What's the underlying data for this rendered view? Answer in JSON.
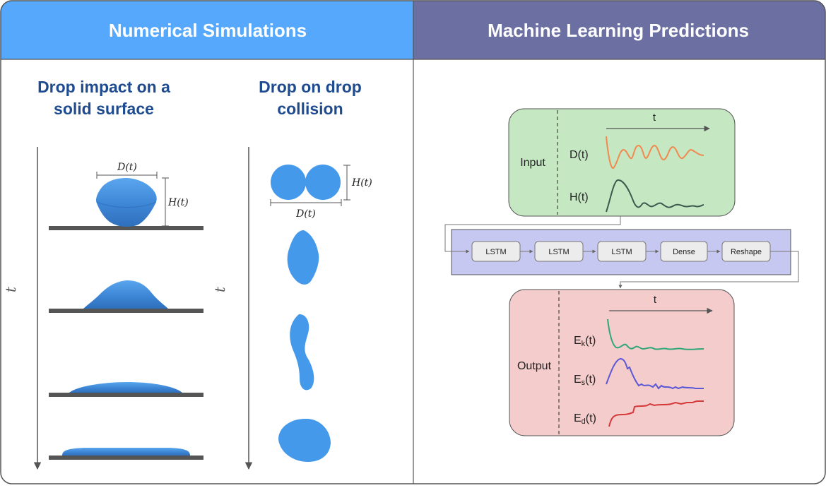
{
  "header": {
    "left_title": "Numerical Simulations",
    "right_title": "Machine Learning Predictions"
  },
  "columns": {
    "solid": {
      "title_line1": "Drop impact on a",
      "title_line2": "solid surface"
    },
    "drop": {
      "title_line1": "Drop on drop",
      "title_line2": "collision"
    }
  },
  "time_axis_label": "t",
  "dimension_labels": {
    "diameter": "D(t)",
    "height": "H(t)"
  },
  "input_box": {
    "label": "Input",
    "time_label": "t",
    "series": [
      "D(t)",
      "H(t)"
    ]
  },
  "network": {
    "layers": [
      "LSTM",
      "LSTM",
      "LSTM",
      "Dense",
      "Reshape"
    ]
  },
  "output_box": {
    "label": "Output",
    "time_label": "t",
    "series": [
      {
        "base": "E",
        "sub": "k",
        "tail": "(t)"
      },
      {
        "base": "E",
        "sub": "s",
        "tail": "(t)"
      },
      {
        "base": "E",
        "sub": "d",
        "tail": "(t)"
      }
    ]
  },
  "colors": {
    "header_left": "#55a8fc",
    "header_right": "#6b6fa2",
    "title_blue": "#1e4b8f",
    "drop_blue": "#4499ea",
    "surface": "#555555",
    "input_fill": "#c5e8c3",
    "output_fill": "#f5cccc",
    "network_fill": "#c7c8f2",
    "curve_D": "#f08a50",
    "curve_H": "#3c5a4e",
    "curve_Ek": "#2ea77a",
    "curve_Es": "#5a58d6",
    "curve_Ed": "#d43a3a"
  }
}
